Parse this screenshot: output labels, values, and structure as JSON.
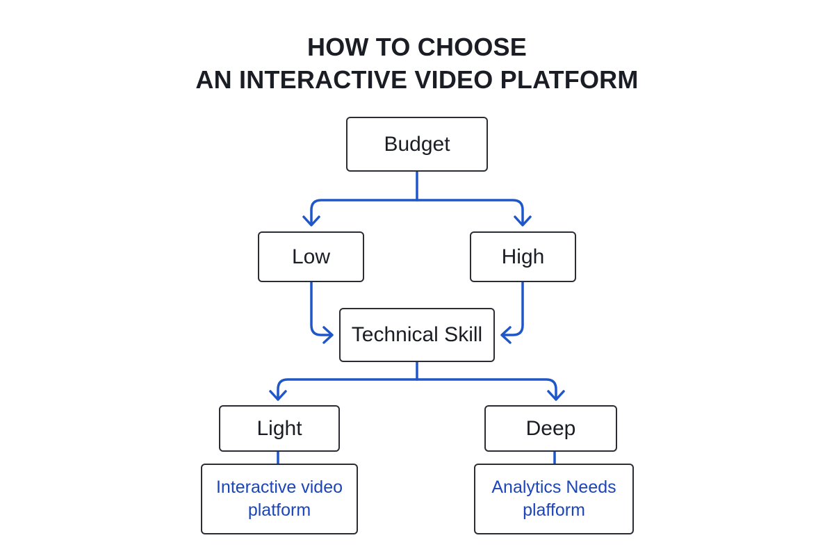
{
  "title": {
    "line1": "HOW TO CHOOSE",
    "line2": "AN INTERACTIVE VIDEO PLATFORM"
  },
  "nodes": {
    "budget": "Budget",
    "low": "Low",
    "high": "High",
    "technical_skill": "Technical Skill",
    "light": "Light",
    "deep": "Deep",
    "result_left": {
      "line1": "Interactive video",
      "line2": "platform"
    },
    "result_right": {
      "line1": "Analytics Needs",
      "line2": "plafform"
    }
  },
  "colors": {
    "connector": "#1f56c8",
    "result_text": "#1c45b8",
    "box_border": "#2a2d33",
    "text": "#1a1d24"
  }
}
